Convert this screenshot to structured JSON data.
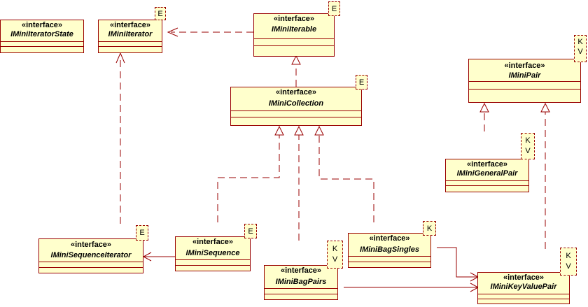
{
  "stereotype": "«interface»",
  "classes": {
    "iteratorstate": {
      "name": "IMiniIteratorState"
    },
    "iterator": {
      "name": "IMiniIterator",
      "params": [
        "E"
      ]
    },
    "iterable": {
      "name": "IMiniIterable",
      "params": [
        "E"
      ]
    },
    "collection": {
      "name": "IMiniCollection",
      "params": [
        "E"
      ]
    },
    "pair": {
      "name": "IMiniPair",
      "params": [
        "K",
        "V"
      ]
    },
    "generalpair": {
      "name": "IMiniGeneralPair",
      "params": [
        "K",
        "V"
      ]
    },
    "sequence": {
      "name": "IMiniSequence",
      "params": [
        "E"
      ]
    },
    "sequenceiterator": {
      "name": "IMiniSequenceIterator",
      "params": [
        "E"
      ]
    },
    "bagsingles": {
      "name": "IMiniBagSingles",
      "params": [
        "K"
      ]
    },
    "bagpairs": {
      "name": "IMiniBagPairs",
      "params": [
        "K",
        "V"
      ]
    },
    "keyvaluepair": {
      "name": "IMiniKeyValuePair",
      "params": [
        "K",
        "V"
      ]
    }
  },
  "colors": {
    "line": "#990000",
    "fill": "#ffffcc"
  }
}
